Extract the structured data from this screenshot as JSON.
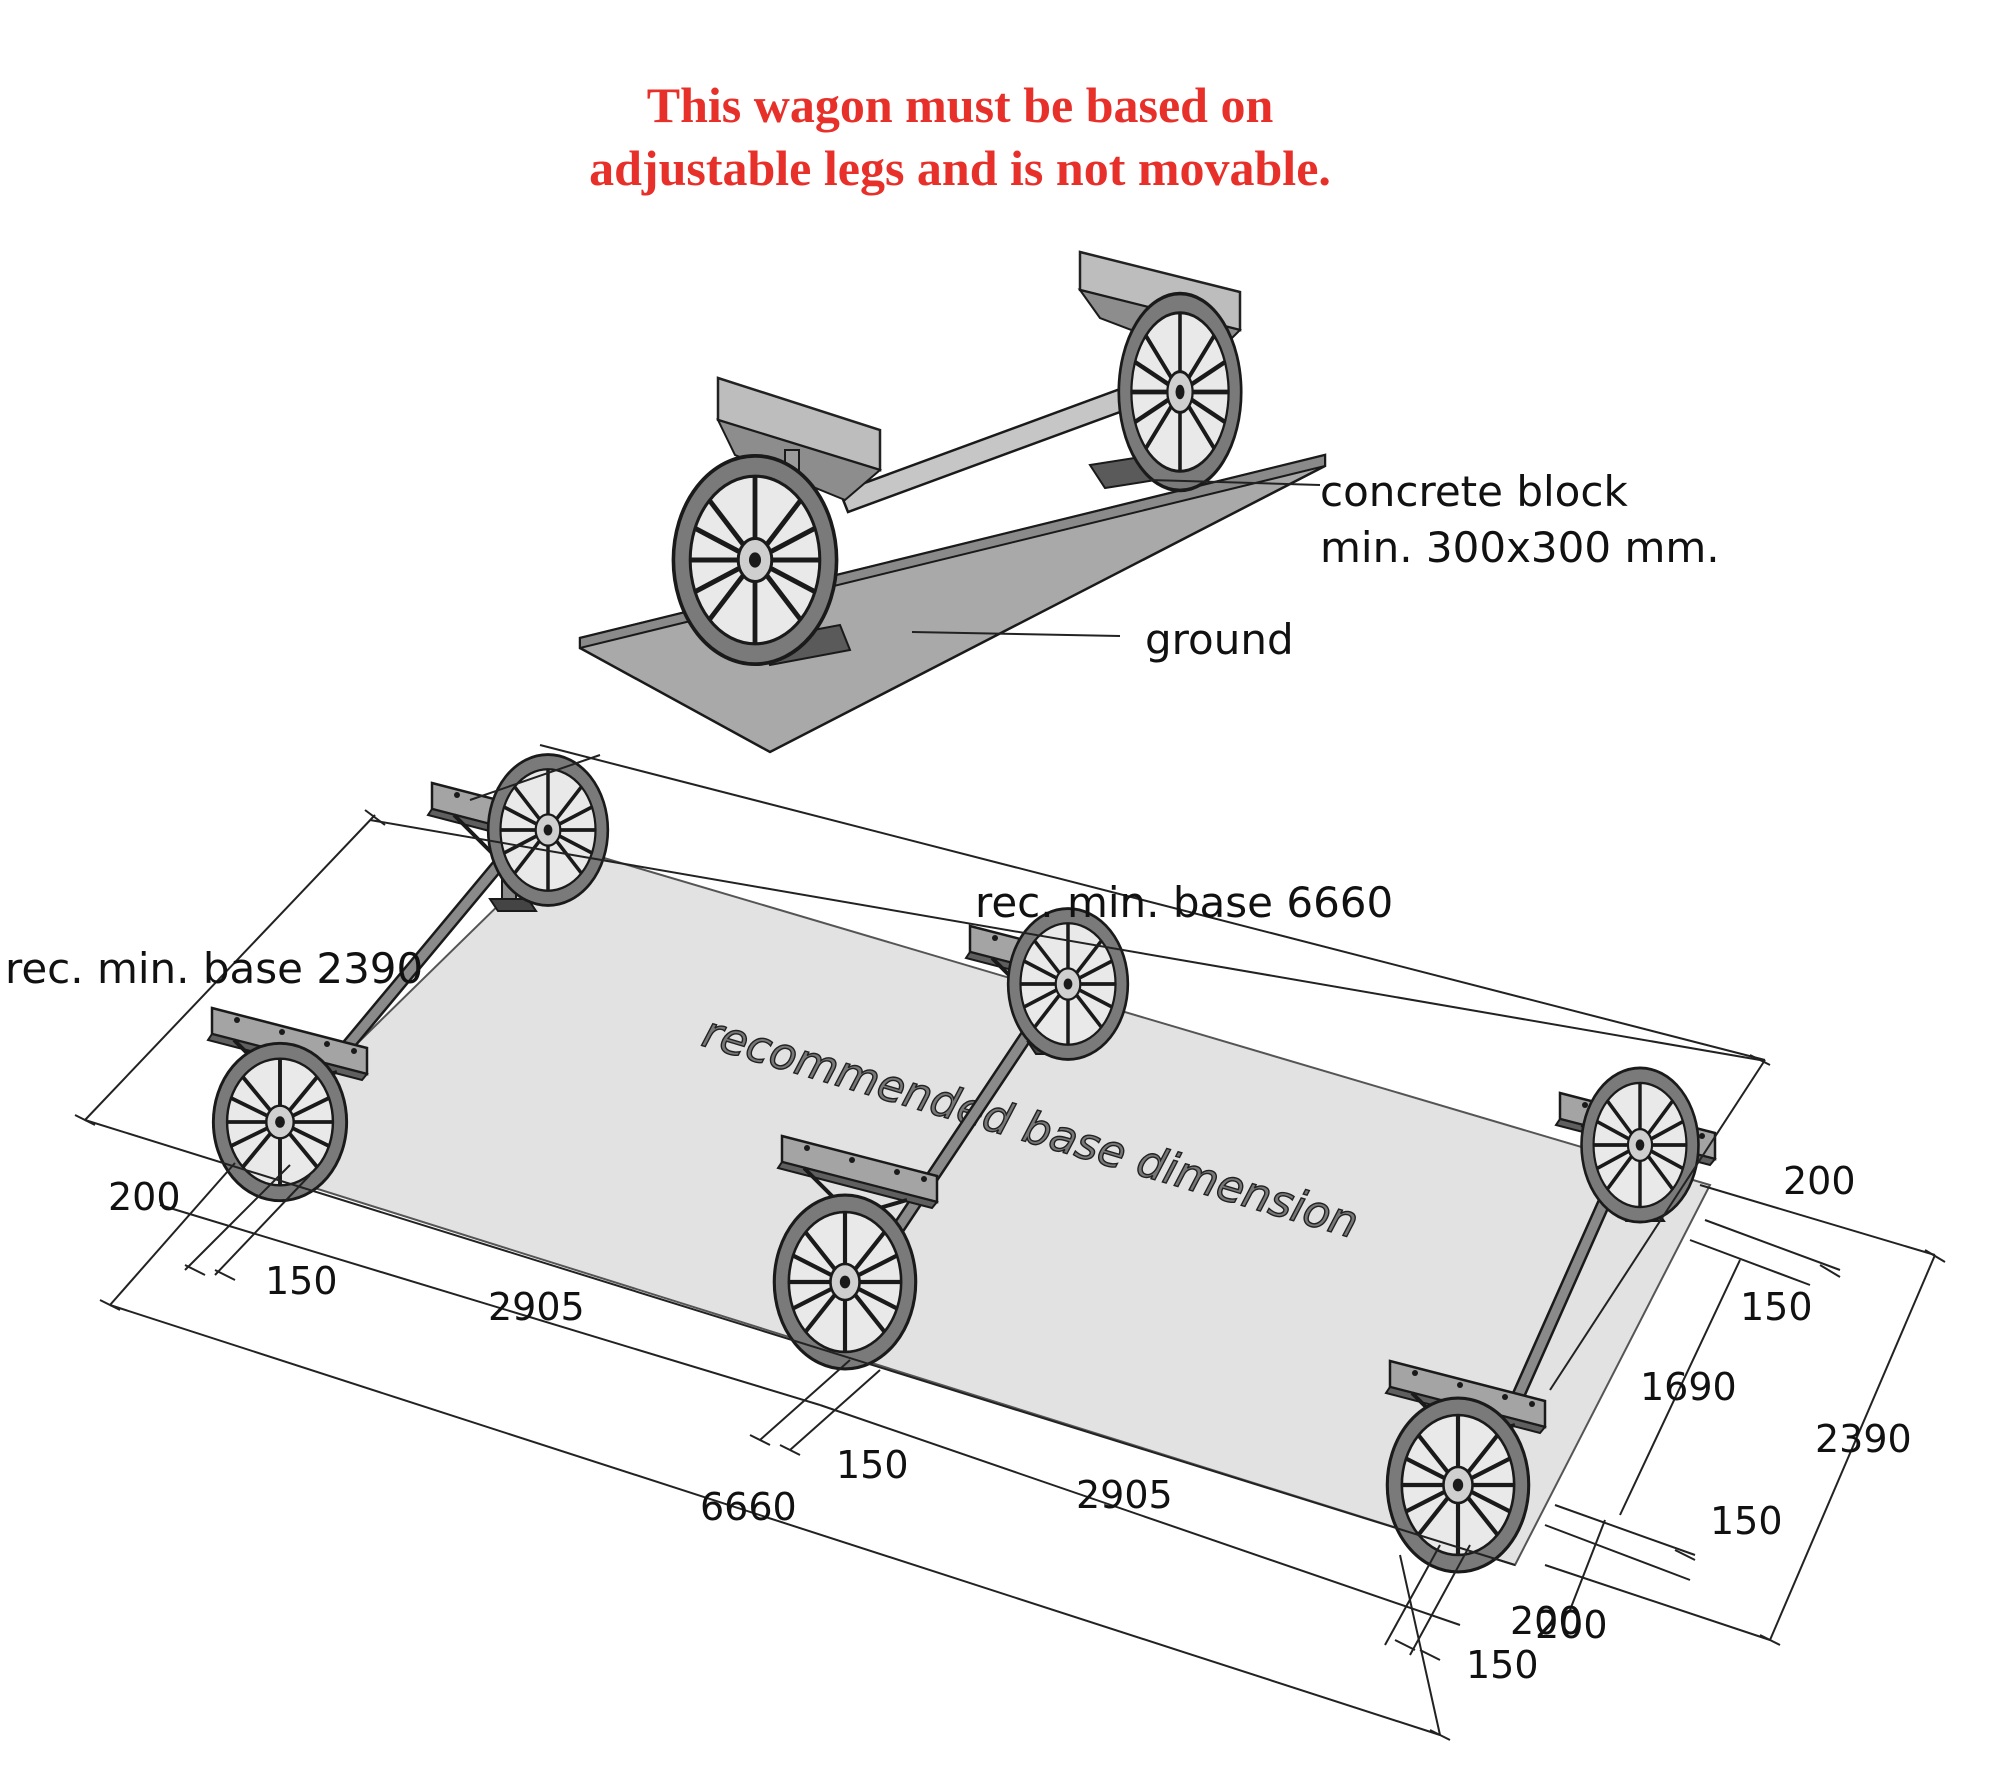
{
  "title": {
    "line1": "This wagon must be based on",
    "line2": "adjustable legs and is not movable."
  },
  "colors": {
    "title": "#e8302a",
    "ground": "#a9a9a9",
    "base_area": "#e2e2e2",
    "steel": "#9a9a9a"
  },
  "labels": {
    "concrete_line1": "concrete block",
    "concrete_line2": "min. 300x300 mm.",
    "ground": "ground",
    "rec_base_width": "rec. min. base 2390",
    "rec_base_length": "rec. min. base 6660",
    "base_dimension": "recommended base dimension"
  },
  "dimensions": {
    "left_200": "200",
    "left_150": "150",
    "span_2905_a": "2905",
    "mid_150": "150",
    "span_2905_b": "2905",
    "total_6660": "6660",
    "right_200_top": "200",
    "right_150_top": "150",
    "axle_1690": "1690",
    "total_2390": "2390",
    "right_150_bottom": "150",
    "corner_200_a": "200",
    "corner_200_b": "200",
    "corner_150": "150"
  },
  "icons": [
    "wagon-wheel-icon",
    "axle-beam-icon",
    "concrete-block-icon"
  ]
}
